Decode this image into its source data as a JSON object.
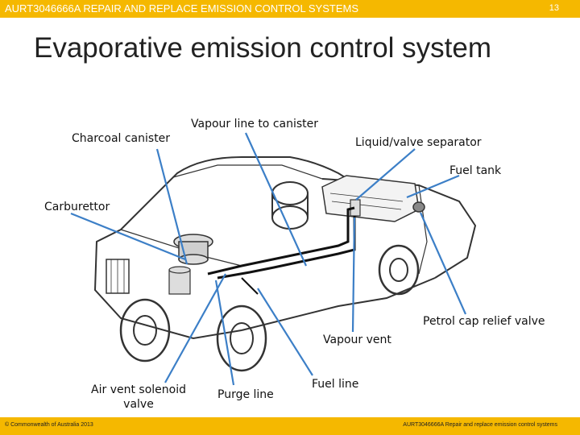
{
  "header": {
    "course_title": "AURT3046666A REPAIR AND REPLACE EMISSION CONTROL SYSTEMS",
    "page_number": "13"
  },
  "slide": {
    "title": "Evaporative emission control system"
  },
  "labels": {
    "charcoal_canister": "Charcoal canister",
    "vapour_line_to_canister": "Vapour line to canister",
    "liquid_valve_separator": "Liquid/valve separator",
    "fuel_tank": "Fuel tank",
    "carburettor": "Carburettor",
    "petrol_cap_relief_valve": "Petrol cap relief valve",
    "vapour_vent": "Vapour vent",
    "air_vent_solenoid_valve_1": "Air vent solenoid",
    "air_vent_solenoid_valve_2": "valve",
    "purge_line": "Purge line",
    "fuel_line": "Fuel line"
  },
  "footer": {
    "copyright": "© Commonwealth of Australia 2013",
    "course_footer": "AURT3046666A Repair and replace emission control systems"
  },
  "colors": {
    "accent_bar": "#f5b800",
    "leader_line": "#3c7fc7"
  }
}
